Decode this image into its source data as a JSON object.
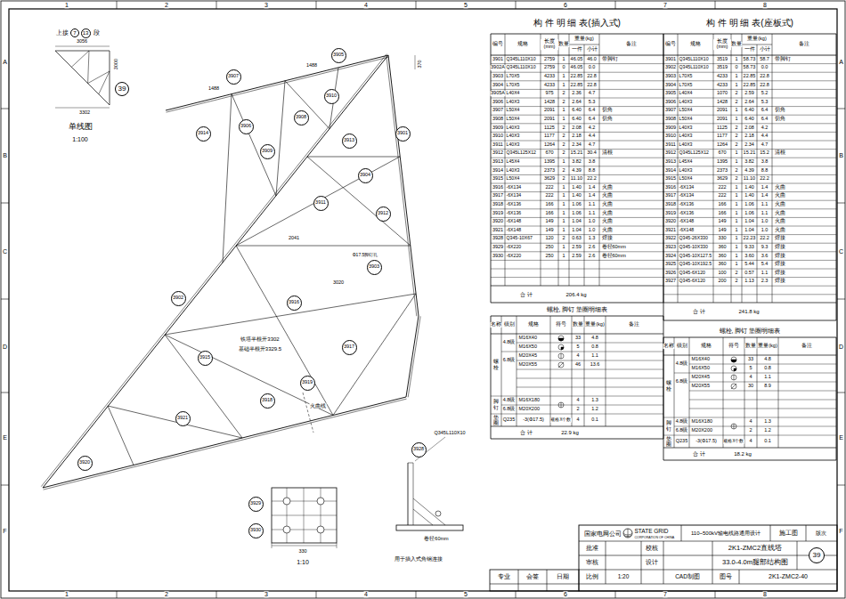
{
  "diagram": {
    "nodes": [
      {
        "text": [
          "7"
        ]
      },
      {
        "text": [
          "13"
        ]
      },
      {
        "text": [
          "39"
        ]
      },
      {
        "text": [
          "3914"
        ]
      },
      {
        "text": [
          "3906"
        ]
      },
      {
        "text": [
          "3907"
        ]
      },
      {
        "text": [
          "3905"
        ]
      },
      {
        "text": [
          "3908"
        ]
      },
      {
        "text": [
          "3910"
        ]
      },
      {
        "text": [
          "3909"
        ]
      },
      {
        "text": [
          "3913"
        ]
      },
      {
        "text": [
          "3904"
        ]
      },
      {
        "text": [
          "3911"
        ]
      },
      {
        "text": [
          "3912"
        ]
      },
      {
        "text": [
          "3901"
        ]
      },
      {
        "text": [
          "3903"
        ]
      },
      {
        "text": [
          "3902"
        ]
      },
      {
        "text": [
          "3915"
        ]
      },
      {
        "text": [
          "3916"
        ]
      },
      {
        "text": [
          "3917"
        ]
      },
      {
        "text": [
          "3918"
        ]
      },
      {
        "text": [
          "3919"
        ]
      },
      {
        "text": [
          "3920"
        ]
      },
      {
        "text": [
          "3921"
        ]
      },
      {
        "text": [
          "3928"
        ]
      },
      {
        "text": [
          "3929"
        ]
      },
      {
        "text": [
          "3930"
        ]
      },
      {
        "text": [
          "39"
        ]
      }
    ],
    "labels": [
      "1",
      "2",
      "3",
      "4",
      "5",
      "6",
      "7",
      "8",
      "1",
      "2",
      "3",
      "4",
      "5",
      "6",
      "7",
      "8",
      "A",
      "B",
      "C",
      "D",
      "E",
      "F",
      "A",
      "B",
      "C",
      "D",
      "E",
      "F",
      "上接",
      "段",
      "3056",
      "3000",
      "3302",
      "单线图",
      "1:100",
      "1488",
      "1488",
      "2041",
      "3020",
      "Φ17.5脚钉孔",
      "370",
      "铁塔半根开3302",
      "基础半根开3329.5",
      "火曲线",
      "Q345L110X10",
      "330",
      "1:10",
      "用于插入式角钢连接",
      "卷径60mm",
      "构 件 明 细 表(插入式)",
      "编号",
      "规格",
      "长度 (mm)",
      "数量",
      "重量(kg)",
      "一件",
      "小计",
      "备注",
      "3901",
      "Q345L110X10",
      "2759",
      "1",
      "46.05",
      "46.0",
      "带脚钉",
      "3902A",
      "Q345L110X10",
      "2759",
      "0",
      "46.05",
      "0.0",
      "3903",
      "L70X5",
      "4233",
      "1",
      "22.85",
      "22.8",
      "3904",
      "L70X5",
      "4233",
      "1",
      "22.85",
      "22.8",
      "3905A",
      "L40X4",
      "975",
      "2",
      "2.36",
      "4.7",
      "3906",
      "L40X3",
      "1428",
      "2",
      "2.64",
      "5.3",
      "3907",
      "L50X4",
      "2091",
      "1",
      "6.40",
      "6.4",
      "切角",
      "3908",
      "L50X4",
      "2091",
      "1",
      "6.40",
      "6.4",
      "切角",
      "3909",
      "L40X3",
      "1125",
      "2",
      "2.08",
      "4.2",
      "3910",
      "L40X3",
      "1177",
      "2",
      "2.18",
      "4.4",
      "3911",
      "L40X3",
      "1264",
      "2",
      "2.34",
      "4.7",
      "3912",
      "Q345L125X12",
      "670",
      "2",
      "15.21",
      "30.4",
      "清根",
      "3913",
      "L45X4",
      "1395",
      "1",
      "3.82",
      "3.8",
      "3914",
      "L40X3",
      "2373",
      "2",
      "4.39",
      "8.8",
      "3915",
      "L50X4",
      "3629",
      "2",
      "11.10",
      "22.2",
      "3916",
      "-6X134",
      "222",
      "1",
      "1.40",
      "1.4",
      "火曲",
      "3917",
      "-6X134",
      "222",
      "1",
      "1.40",
      "1.4",
      "火曲",
      "3918",
      "-6X136",
      "166",
      "1",
      "1.06",
      "1.1",
      "火曲",
      "3919",
      "-6X136",
      "166",
      "1",
      "1.06",
      "1.1",
      "火曲",
      "3920",
      "-6X148",
      "149",
      "1",
      "1.04",
      "1.0",
      "火曲",
      "3921",
      "-6X148",
      "149",
      "1",
      "1.04",
      "1.0",
      "火曲",
      "3928",
      "Q345-10X67",
      "120",
      "2",
      "0.63",
      "1.3",
      "焊接",
      "3929",
      "-6X220",
      "250",
      "1",
      "2.59",
      "2.6",
      "卷径60mm",
      "3930",
      "-6X220",
      "250",
      "1",
      "2.59",
      "2.6",
      "卷径60mm",
      "合 计",
      "206.4 kg",
      "构 件 明 细 表(座板式)",
      "编号",
      "规格",
      "长度 (mm)",
      "数量",
      "重量(kg)",
      "一件",
      "小计",
      "备注",
      "3901",
      "Q345L110X10",
      "3519",
      "1",
      "58.73",
      "58.7",
      "带脚钉",
      "3902",
      "Q345L110X10",
      "3519",
      "0",
      "58.73",
      "0.0",
      "3903",
      "L70X5",
      "4233",
      "1",
      "22.85",
      "22.8",
      "3904",
      "L70X5",
      "4233",
      "1",
      "22.85",
      "22.8",
      "3905",
      "L40X4",
      "1070",
      "2",
      "2.59",
      "5.2",
      "3906",
      "L40X3",
      "1428",
      "2",
      "2.64",
      "5.3",
      "3907",
      "L50X4",
      "2091",
      "1",
      "6.40",
      "6.4",
      "切角",
      "3908",
      "L50X4",
      "2091",
      "1",
      "6.40",
      "6.4",
      "切角",
      "3909",
      "L40X3",
      "1125",
      "2",
      "2.08",
      "4.2",
      "3910",
      "L40X3",
      "1177",
      "2",
      "2.18",
      "4.4",
      "3911",
      "L40X3",
      "1264",
      "2",
      "2.34",
      "4.7",
      "3912",
      "Q345L125X12",
      "670",
      "1",
      "15.21",
      "15.2",
      "清根",
      "3913",
      "L45X4",
      "1395",
      "1",
      "3.82",
      "3.8",
      "3914",
      "L40X3",
      "2373",
      "2",
      "4.39",
      "8.8",
      "3915",
      "L50X4",
      "3629",
      "2",
      "11.10",
      "22.2",
      "3916",
      "-6X134",
      "222",
      "1",
      "1.40",
      "1.4",
      "火曲",
      "3917",
      "-6X134",
      "222",
      "1",
      "1.40",
      "1.4",
      "火曲",
      "3918",
      "-6X136",
      "166",
      "1",
      "1.06",
      "1.1",
      "火曲",
      "3919",
      "-6X136",
      "166",
      "1",
      "1.06",
      "1.1",
      "火曲",
      "3920",
      "-6X148",
      "149",
      "1",
      "1.04",
      "1.0",
      "火曲",
      "3921",
      "-6X148",
      "149",
      "1",
      "1.04",
      "1.0",
      "火曲",
      "3922",
      "Q345-26X330",
      "330",
      "1",
      "22.23",
      "22.2",
      "焊接",
      "3923",
      "Q345-10X330",
      "360",
      "1",
      "9.33",
      "9.3",
      "焊接",
      "3924",
      "Q345-10X127.5",
      "360",
      "1",
      "3.60",
      "3.6",
      "焊接",
      "3925",
      "Q345-10X192.5",
      "360",
      "1",
      "5.44",
      "5.4",
      "焊接",
      "3926",
      "Q345-6X120",
      "100",
      "2",
      "0.57",
      "1.1",
      "焊接",
      "3927",
      "Q345-6X120",
      "200",
      "2",
      "1.13",
      "2.3",
      "焊接",
      "合 计",
      "241.8 kg",
      "螺栓, 脚钉 垫圈明细表",
      "名称",
      "级别",
      "规格",
      "符号",
      "数量",
      "重量(kg)",
      "备注",
      "螺栓",
      "4.8级",
      "6.8级",
      "脚钉",
      "4.8级",
      "6.8级",
      "垫圈",
      "Q235",
      "M16X40",
      "33",
      "4.8",
      "M16X50",
      "5",
      "0.8",
      "M20X45",
      "4",
      "1.1",
      "M20X55",
      "46",
      "13.6",
      "M16X180",
      "4",
      "1.3",
      "M20X200",
      "2",
      "1.2",
      "-3(Φ17.5)",
      "规格X个数",
      "4",
      "0.1",
      "合 计",
      "22.9 kg",
      "螺栓, 脚钉 垫圈明细表",
      "名称",
      "级别",
      "规格",
      "符号",
      "数量",
      "重量(kg)",
      "备注",
      "螺栓",
      "4.8级",
      "6.8级",
      "脚钉",
      "4.8级",
      "6.8级",
      "垫圈",
      "Q235",
      "M16X40",
      "33",
      "4.8",
      "M16X50",
      "5",
      "0.8",
      "M20X45",
      "4",
      "1.1",
      "M20X55",
      "30",
      "8.9",
      "M16X180",
      "4",
      "1.3",
      "M20X200",
      "2",
      "1.2",
      "-3(Φ17.5)",
      "规格X个数",
      "4",
      "0.1",
      "合 计",
      "18.2 kg",
      "国家电网公司",
      "STATE GRID",
      "CORPORATION OF CHINA",
      "110~500kV输电线路通用设计",
      "施工图",
      "版次",
      "批准",
      "校核",
      "审核",
      "设计",
      "专业",
      "会签",
      "日期",
      "比例",
      "1:20",
      "CAD制图",
      "2K1-ZMC2直线塔",
      "33.0-4.0m腿部结构图",
      "图号",
      "2K1-ZMC2-40"
    ]
  }
}
